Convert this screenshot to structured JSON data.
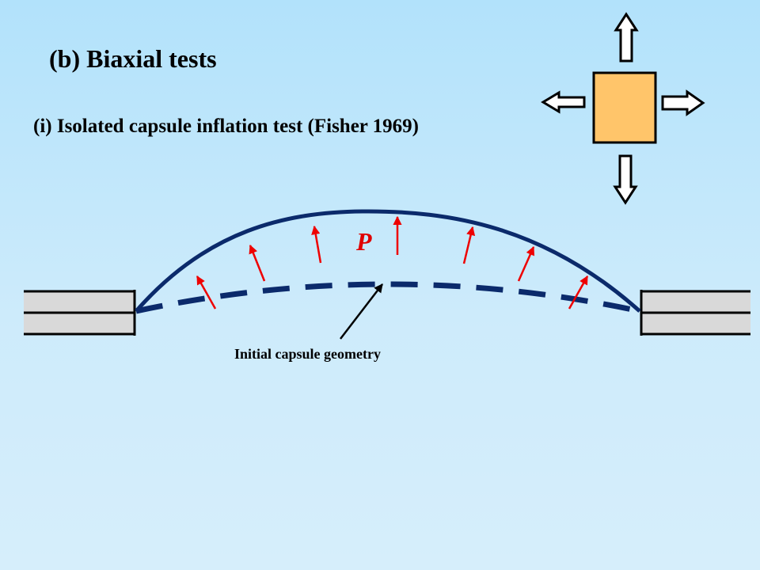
{
  "slide": {
    "title": "(b) Biaxial tests",
    "subtitle": "(i) Isolated capsule inflation test (Fisher 1969)"
  },
  "diagram": {
    "pressure_label": "P",
    "initial_geometry_label": "Initial capsule geometry",
    "colors": {
      "capsule_line": "#0b2a6b",
      "pressure_arrows": "#ee0000",
      "clamp_fill": "#d9d9d9",
      "specimen_fill": "#ffc56a",
      "outline": "#000000"
    },
    "icons": [
      "load-arrow-up",
      "load-arrow-down",
      "load-arrow-left",
      "load-arrow-right"
    ]
  }
}
